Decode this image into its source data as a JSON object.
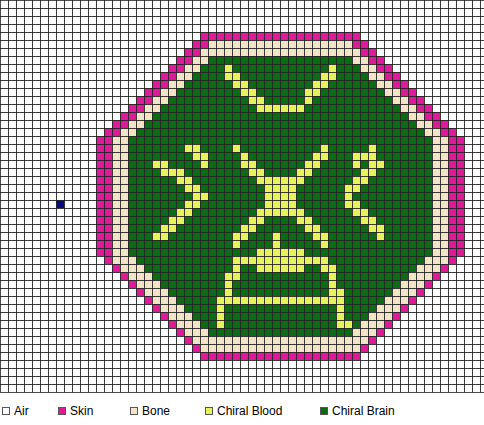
{
  "diagram": {
    "legend": [
      {
        "text": "Air",
        "color": "#ffffff"
      },
      {
        "text": "Skin",
        "color": "#e0199b"
      },
      {
        "text": "Bone",
        "color": "#f2e4c4"
      },
      {
        "text": "Chiral Blood",
        "color": "#e8f25a"
      },
      {
        "text": "Chiral Brain",
        "color": "#0b6b12"
      }
    ]
  }
}
